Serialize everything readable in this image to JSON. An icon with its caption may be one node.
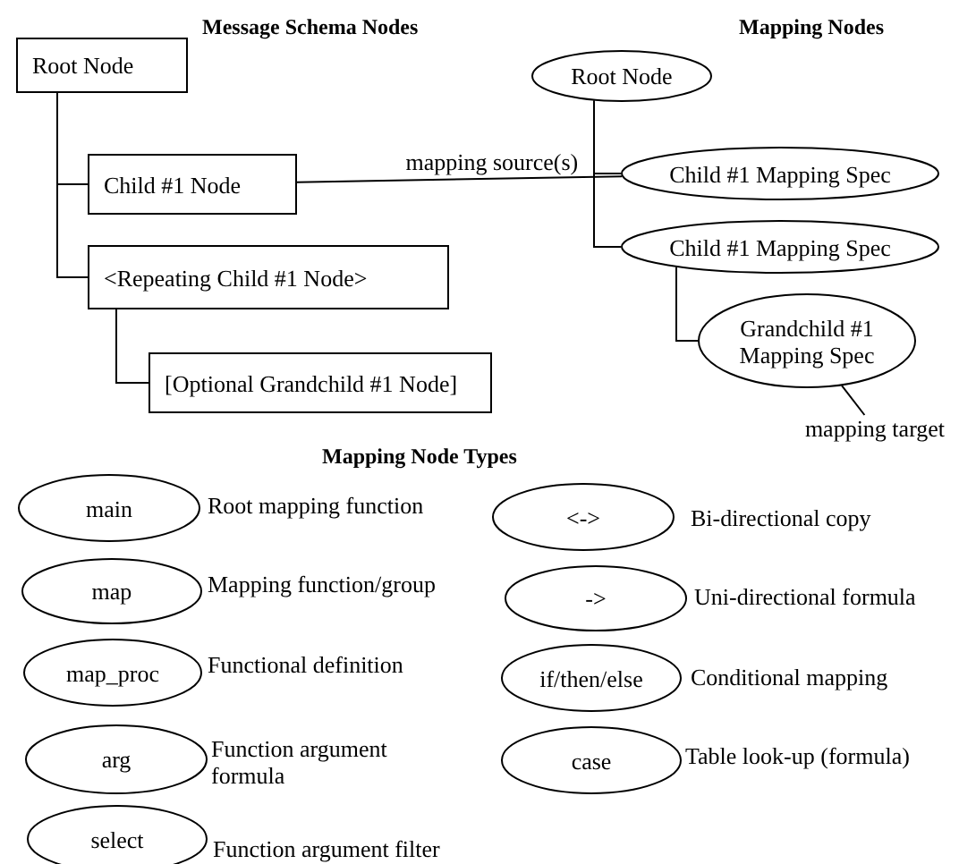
{
  "diagram": {
    "nodes": [
      {
        "text": [
          "Root Node"
        ]
      },
      {
        "text": [
          "Child #1 Node"
        ]
      },
      {
        "text": [
          "<Repeating Child #1 Node>"
        ]
      },
      {
        "text": [
          "[Optional Grandchild #1 Node]"
        ]
      },
      {
        "text": [
          "Root Node"
        ]
      },
      {
        "text": [
          "Child #1 Mapping Spec"
        ]
      },
      {
        "text": [
          "Child #1 Mapping Spec"
        ]
      },
      {
        "text": [
          "Grandchild #1 Mapping Spec"
        ]
      },
      {
        "text": [
          "mapping target"
        ]
      },
      {
        "text": [
          "main"
        ],
        "beside": [
          "Root mapping function"
        ]
      },
      {
        "text": [
          "map"
        ],
        "beside": [
          "Mapping function/group"
        ]
      },
      {
        "text": [
          "map_proc"
        ],
        "beside": [
          "Functional definition"
        ]
      },
      {
        "text": [
          "arg"
        ],
        "beside": [
          "Function argument formula"
        ]
      },
      {
        "text": [
          "select"
        ],
        "beside": [
          "Function argument filter"
        ]
      },
      {
        "text": [
          "<->"
        ],
        "beside": [
          "Bi-directional copy"
        ]
      },
      {
        "text": [
          "->"
        ],
        "beside": [
          "Uni-directional formula"
        ]
      },
      {
        "text": [
          "if/then/else"
        ],
        "beside": [
          "Conditional mapping"
        ]
      },
      {
        "text": [
          "case"
        ],
        "beside": [
          "Table look-up (formula)"
        ]
      }
    ],
    "edges": [
      {
        "from": 0,
        "to": 1,
        "arrow": "none"
      },
      {
        "from": 0,
        "to": 2,
        "arrow": "none"
      },
      {
        "from": 2,
        "to": 3,
        "arrow": "none"
      },
      {
        "from": 4,
        "to": 5,
        "arrow": "none"
      },
      {
        "from": 4,
        "to": 6,
        "arrow": "none"
      },
      {
        "from": 6,
        "to": 7,
        "arrow": "none"
      },
      {
        "from": 1,
        "to": 5,
        "arrow": "none",
        "label": "mapping source(s)"
      },
      {
        "from": 8,
        "to": 7,
        "arrow": "none"
      }
    ],
    "labels": [
      "Message Schema Nodes",
      "Mapping Nodes",
      "Mapping Node Types"
    ]
  }
}
